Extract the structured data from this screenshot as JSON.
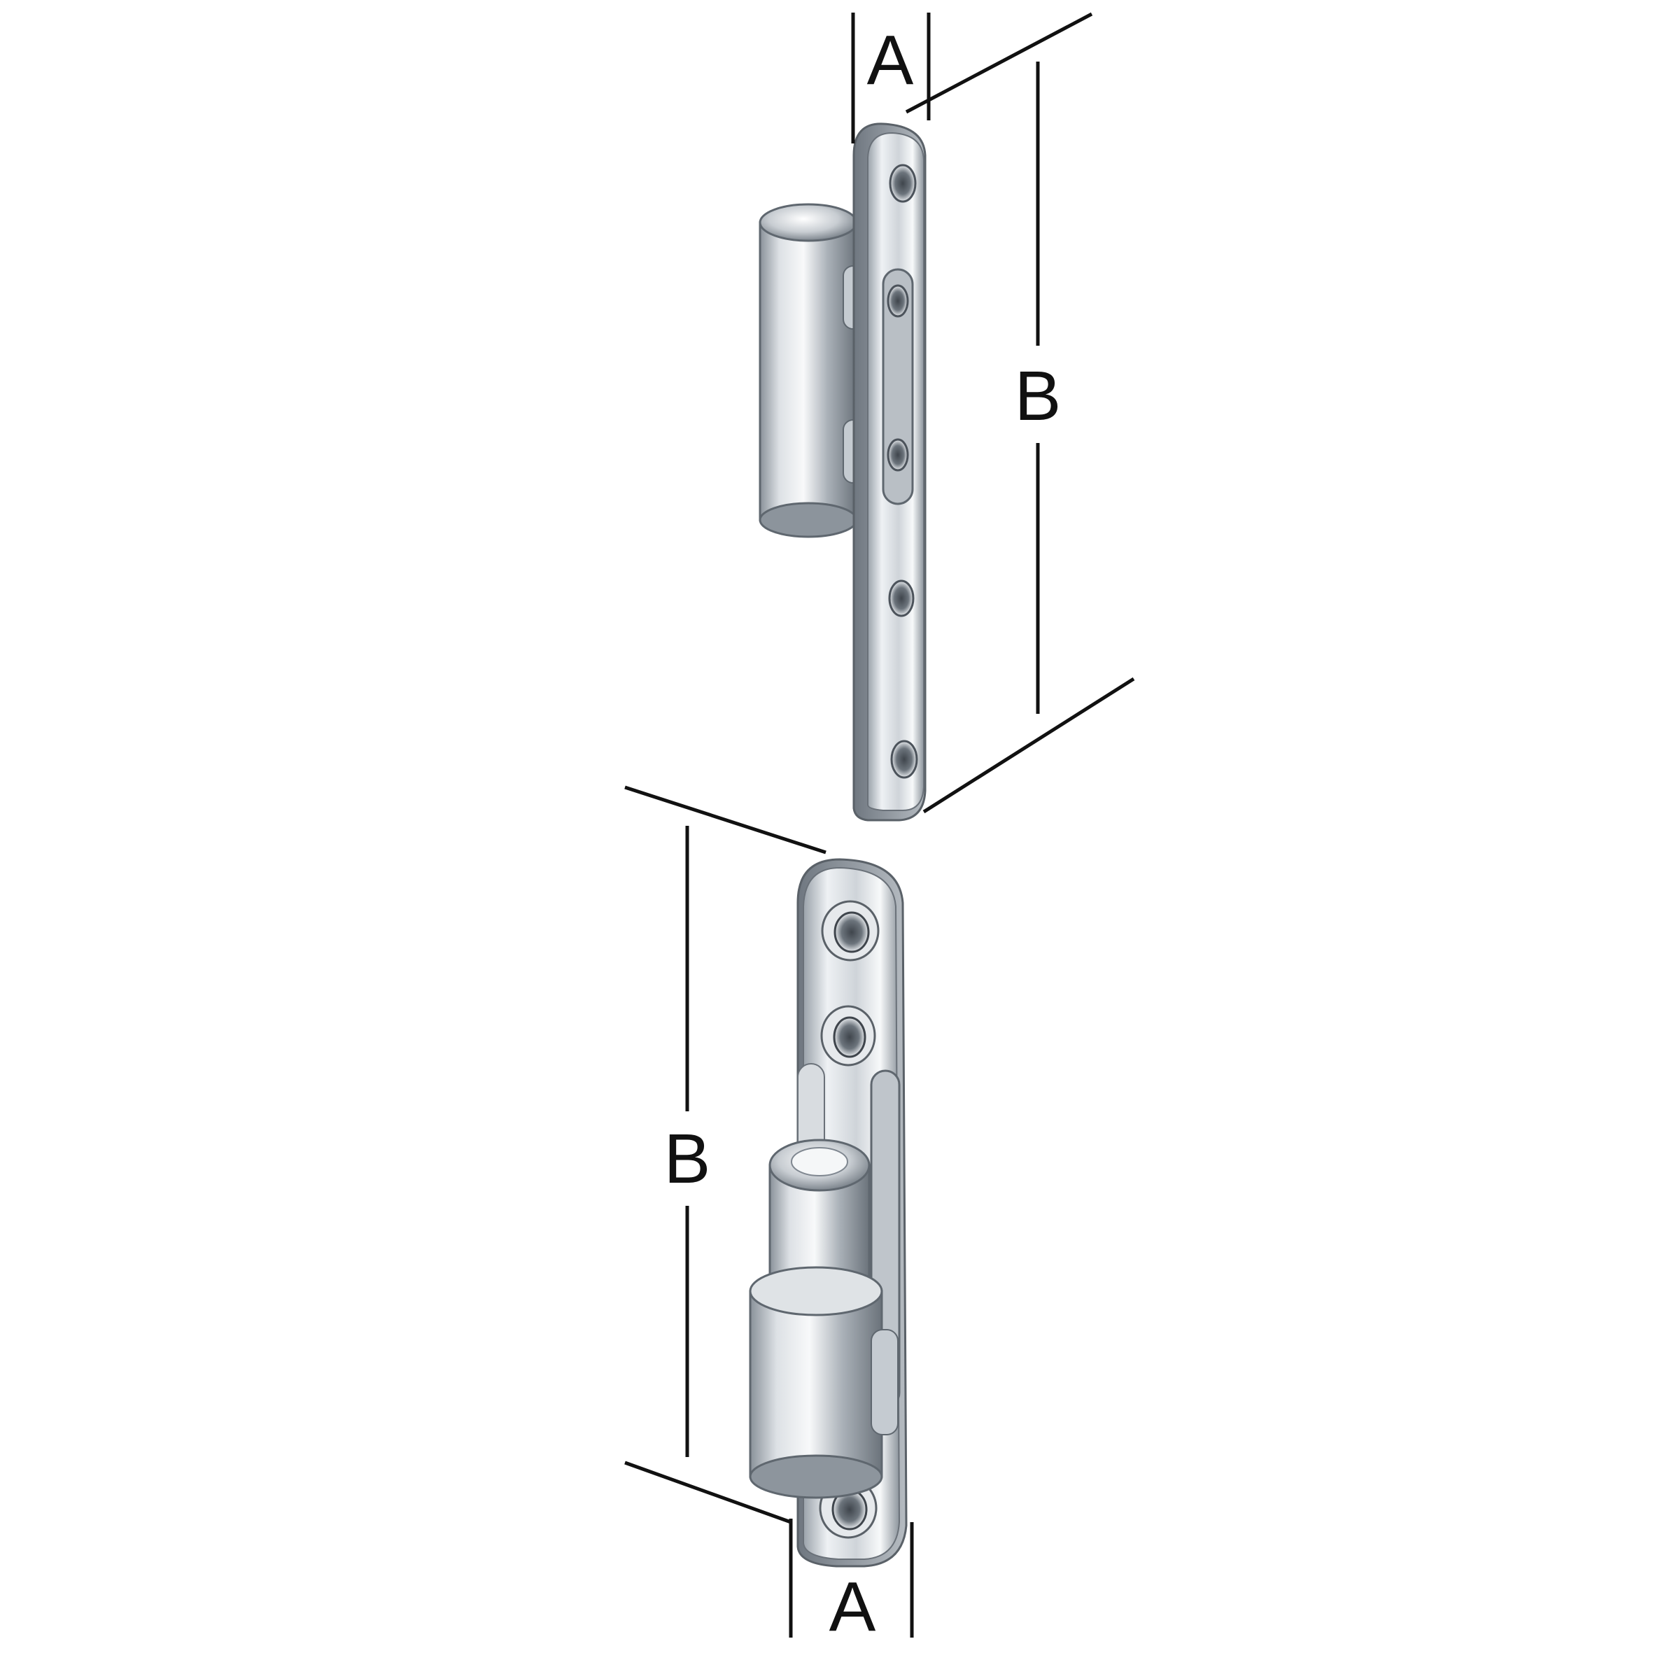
{
  "labels": {
    "top_width": "A",
    "top_length": "B",
    "bottom_length": "B",
    "bottom_width": "A"
  },
  "colors": {
    "background": "#ffffff",
    "dimension_line": "#111111",
    "metal_light": "#f4f6f8",
    "metal_mid": "#c9ced4",
    "metal_dark": "#7f8790",
    "hole_dark": "#4c535b"
  }
}
